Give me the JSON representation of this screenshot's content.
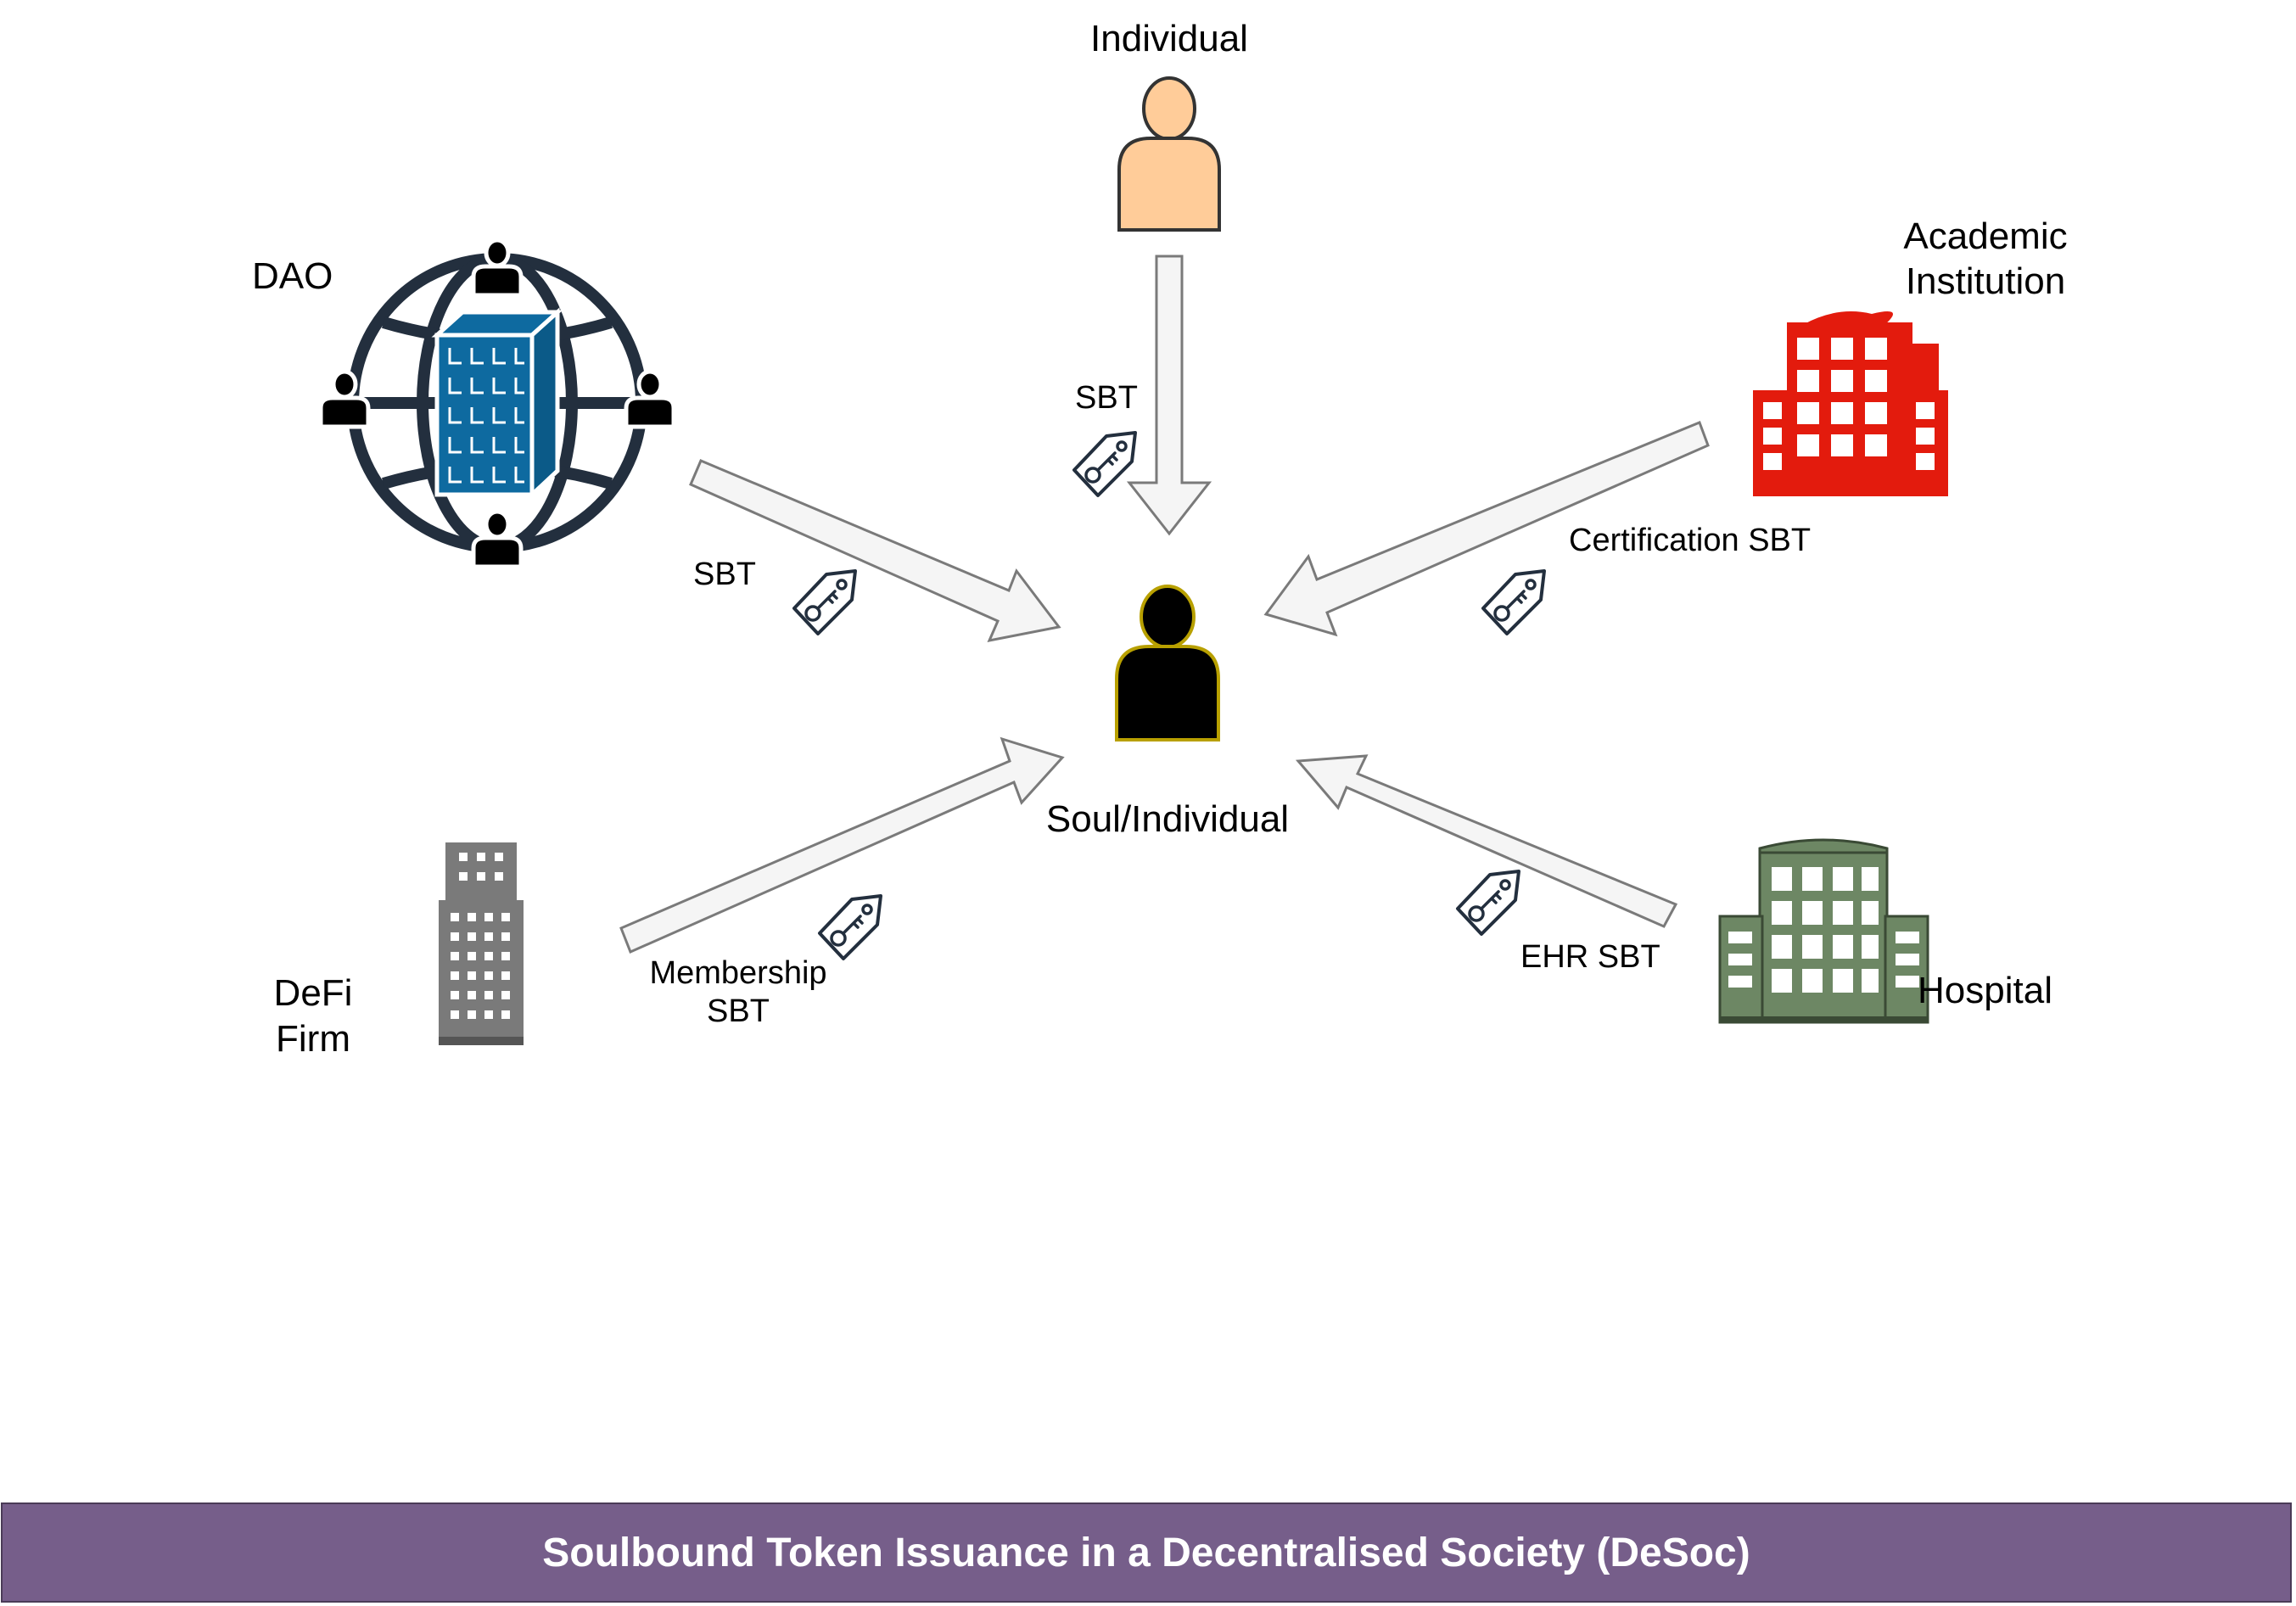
{
  "nodes": {
    "individual": "Individual",
    "dao": "DAO",
    "academic_line1": "Academic",
    "academic_line2": "Institution",
    "soul": "Soul/Individual",
    "defi_line1": "DeFi",
    "defi_line2": "Firm",
    "hospital": "Hospital"
  },
  "edges": {
    "individual_sbt": "SBT",
    "dao_sbt": "SBT",
    "academic_sbt": "Certification SBT",
    "defi_sbt_line1": "Membership",
    "defi_sbt_line2": "SBT",
    "hospital_sbt": "EHR SBT"
  },
  "banner": "Soulbound Token Issuance in a Decentralised Society (DeSoc)",
  "colors": {
    "individual": "#ffcc99",
    "dao_globe": "#232f3e",
    "dao_building": "#0e6aa0",
    "academic": "#e31b0d",
    "defi": "#7a7a7a",
    "hospital": "#6d8764",
    "arrow_fill": "#f5f5f5",
    "banner": "#765e8a"
  },
  "icons": {
    "sbt_tag": "key-tag-icon",
    "person": "person-icon",
    "building": "building-icon",
    "globe": "globe-icon"
  }
}
